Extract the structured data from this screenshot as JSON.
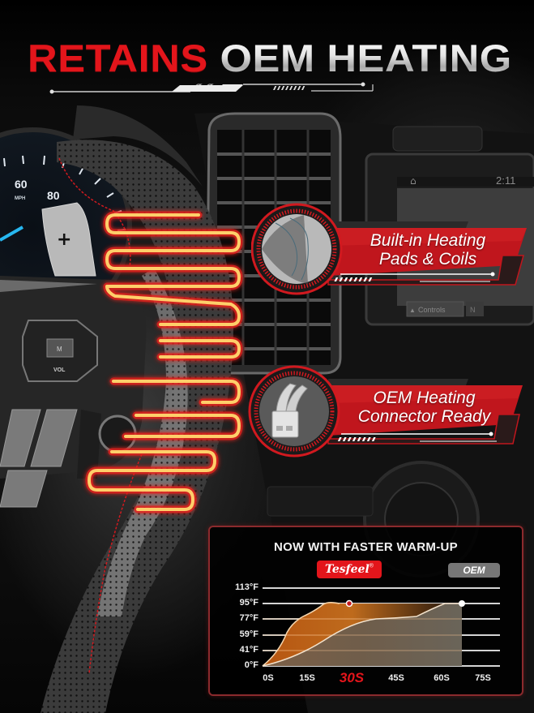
{
  "header": {
    "title_red": "RETAINS",
    "title_silver": "OEM HEATING"
  },
  "callouts": [
    {
      "line1": "Built-in Heating",
      "line2": "Pads & Coils",
      "icon": "heating-pad-coil-closeup"
    },
    {
      "line1": "OEM Heating",
      "line2": "Connector Ready",
      "icon": "heating-connector-plug"
    }
  ],
  "background": {
    "speedometer_labels": [
      "60",
      "MPH",
      "80"
    ],
    "paddle_symbol": "+",
    "wheel_buttons": [
      "M",
      "VOL"
    ],
    "screen_time": "2:11",
    "screen_button": "Controls",
    "screen_button_2": "N"
  },
  "colors": {
    "brand_red": "#e3151b",
    "heat_glow": "#ffb347",
    "tesfeel_fill": "#c8681a",
    "oem_fill": "#7a6a58",
    "oem_legend": "#777777",
    "panel_border": "#8b2a2d"
  },
  "chart": {
    "title": "NOW WITH FASTER WARM-UP",
    "legend_tesfeel": "Tesfeel",
    "legend_tesfeel_mark": "®",
    "legend_oem": "OEM"
  },
  "chart_data": {
    "type": "area",
    "title": "NOW WITH FASTER WARM-UP",
    "xlabel": "",
    "ylabel": "",
    "x_ticks": [
      "0S",
      "15S",
      "30S",
      "45S",
      "60S",
      "75S"
    ],
    "x_highlight": "30S",
    "y_ticks": [
      "113°F",
      "95°F",
      "77°F",
      "59°F",
      "41°F",
      "0°F"
    ],
    "grid": true,
    "legend": [
      "Tesfeel",
      "OEM"
    ],
    "legend_position": "top",
    "series": [
      {
        "name": "Tesfeel",
        "x": [
          0,
          5,
          8,
          12,
          18,
          22,
          26,
          30,
          45,
          60,
          66
        ],
        "y": [
          0,
          30,
          55,
          65,
          77,
          88,
          95,
          95,
          95,
          95,
          95
        ],
        "marker_at": {
          "x": 28,
          "y": 95
        }
      },
      {
        "name": "OEM",
        "x": [
          0,
          10,
          20,
          30,
          38,
          45,
          52,
          58,
          66
        ],
        "y": [
          0,
          20,
          40,
          62,
          70,
          70,
          77,
          90,
          95
        ],
        "marker_at": {
          "x": 66,
          "y": 95
        }
      }
    ],
    "ylim": [
      "0°F",
      "113°F"
    ],
    "xlim": [
      0,
      75
    ]
  }
}
